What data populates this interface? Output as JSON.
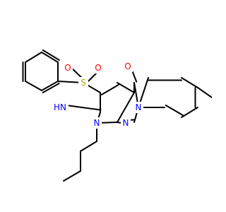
{
  "molecule": {
    "atoms": [
      {
        "id": "s1",
        "label": "S",
        "color": "#b8a800"
      },
      {
        "id": "o1",
        "label": "O",
        "color": "#ff0000"
      },
      {
        "id": "o2",
        "label": "O",
        "color": "#ff0000"
      },
      {
        "id": "o3",
        "label": "O",
        "color": "#ff0000"
      },
      {
        "id": "n1",
        "label": "N",
        "color": "#0000ff"
      },
      {
        "id": "n2",
        "label": "N",
        "color": "#0000ff"
      },
      {
        "id": "n3",
        "label": "N",
        "color": "#0000ff"
      },
      {
        "id": "nh",
        "label": "HN",
        "color": "#0000ff"
      }
    ],
    "colors": {
      "bond": "#000000",
      "S": "#b8a800",
      "O": "#ff0000",
      "N": "#0000ff"
    }
  }
}
